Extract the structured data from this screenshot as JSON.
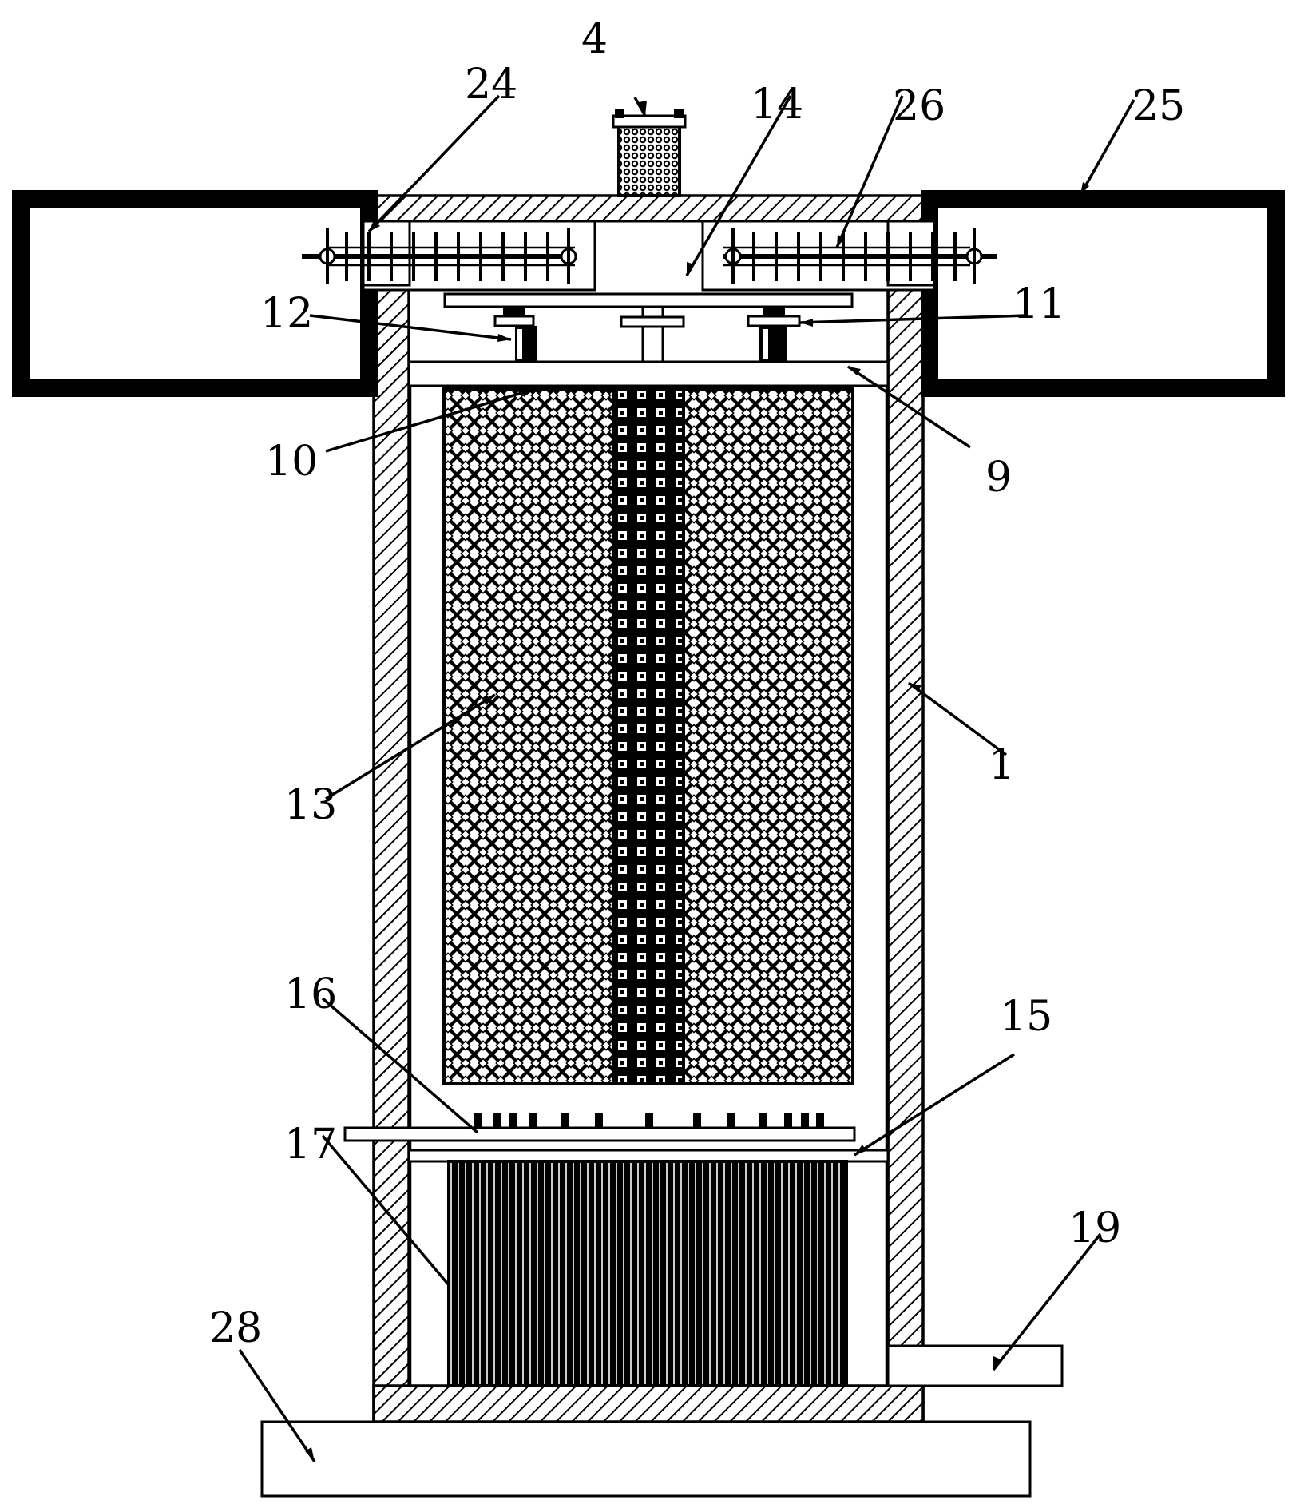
{
  "figure": {
    "callouts": [
      {
        "id": "part-1",
        "text": "1"
      },
      {
        "id": "part-4",
        "text": "4"
      },
      {
        "id": "part-9",
        "text": "9"
      },
      {
        "id": "part-10",
        "text": "10"
      },
      {
        "id": "part-11",
        "text": "11"
      },
      {
        "id": "part-12",
        "text": "12"
      },
      {
        "id": "part-13",
        "text": "13"
      },
      {
        "id": "part-14",
        "text": "14"
      },
      {
        "id": "part-15",
        "text": "15"
      },
      {
        "id": "part-16",
        "text": "16"
      },
      {
        "id": "part-17",
        "text": "17"
      },
      {
        "id": "part-19",
        "text": "19"
      },
      {
        "id": "part-24",
        "text": "24"
      },
      {
        "id": "part-25",
        "text": "25"
      },
      {
        "id": "part-26",
        "text": "26"
      },
      {
        "id": "part-28",
        "text": "28"
      }
    ]
  },
  "colors": {
    "ink": "#000000",
    "paper": "#ffffff"
  }
}
